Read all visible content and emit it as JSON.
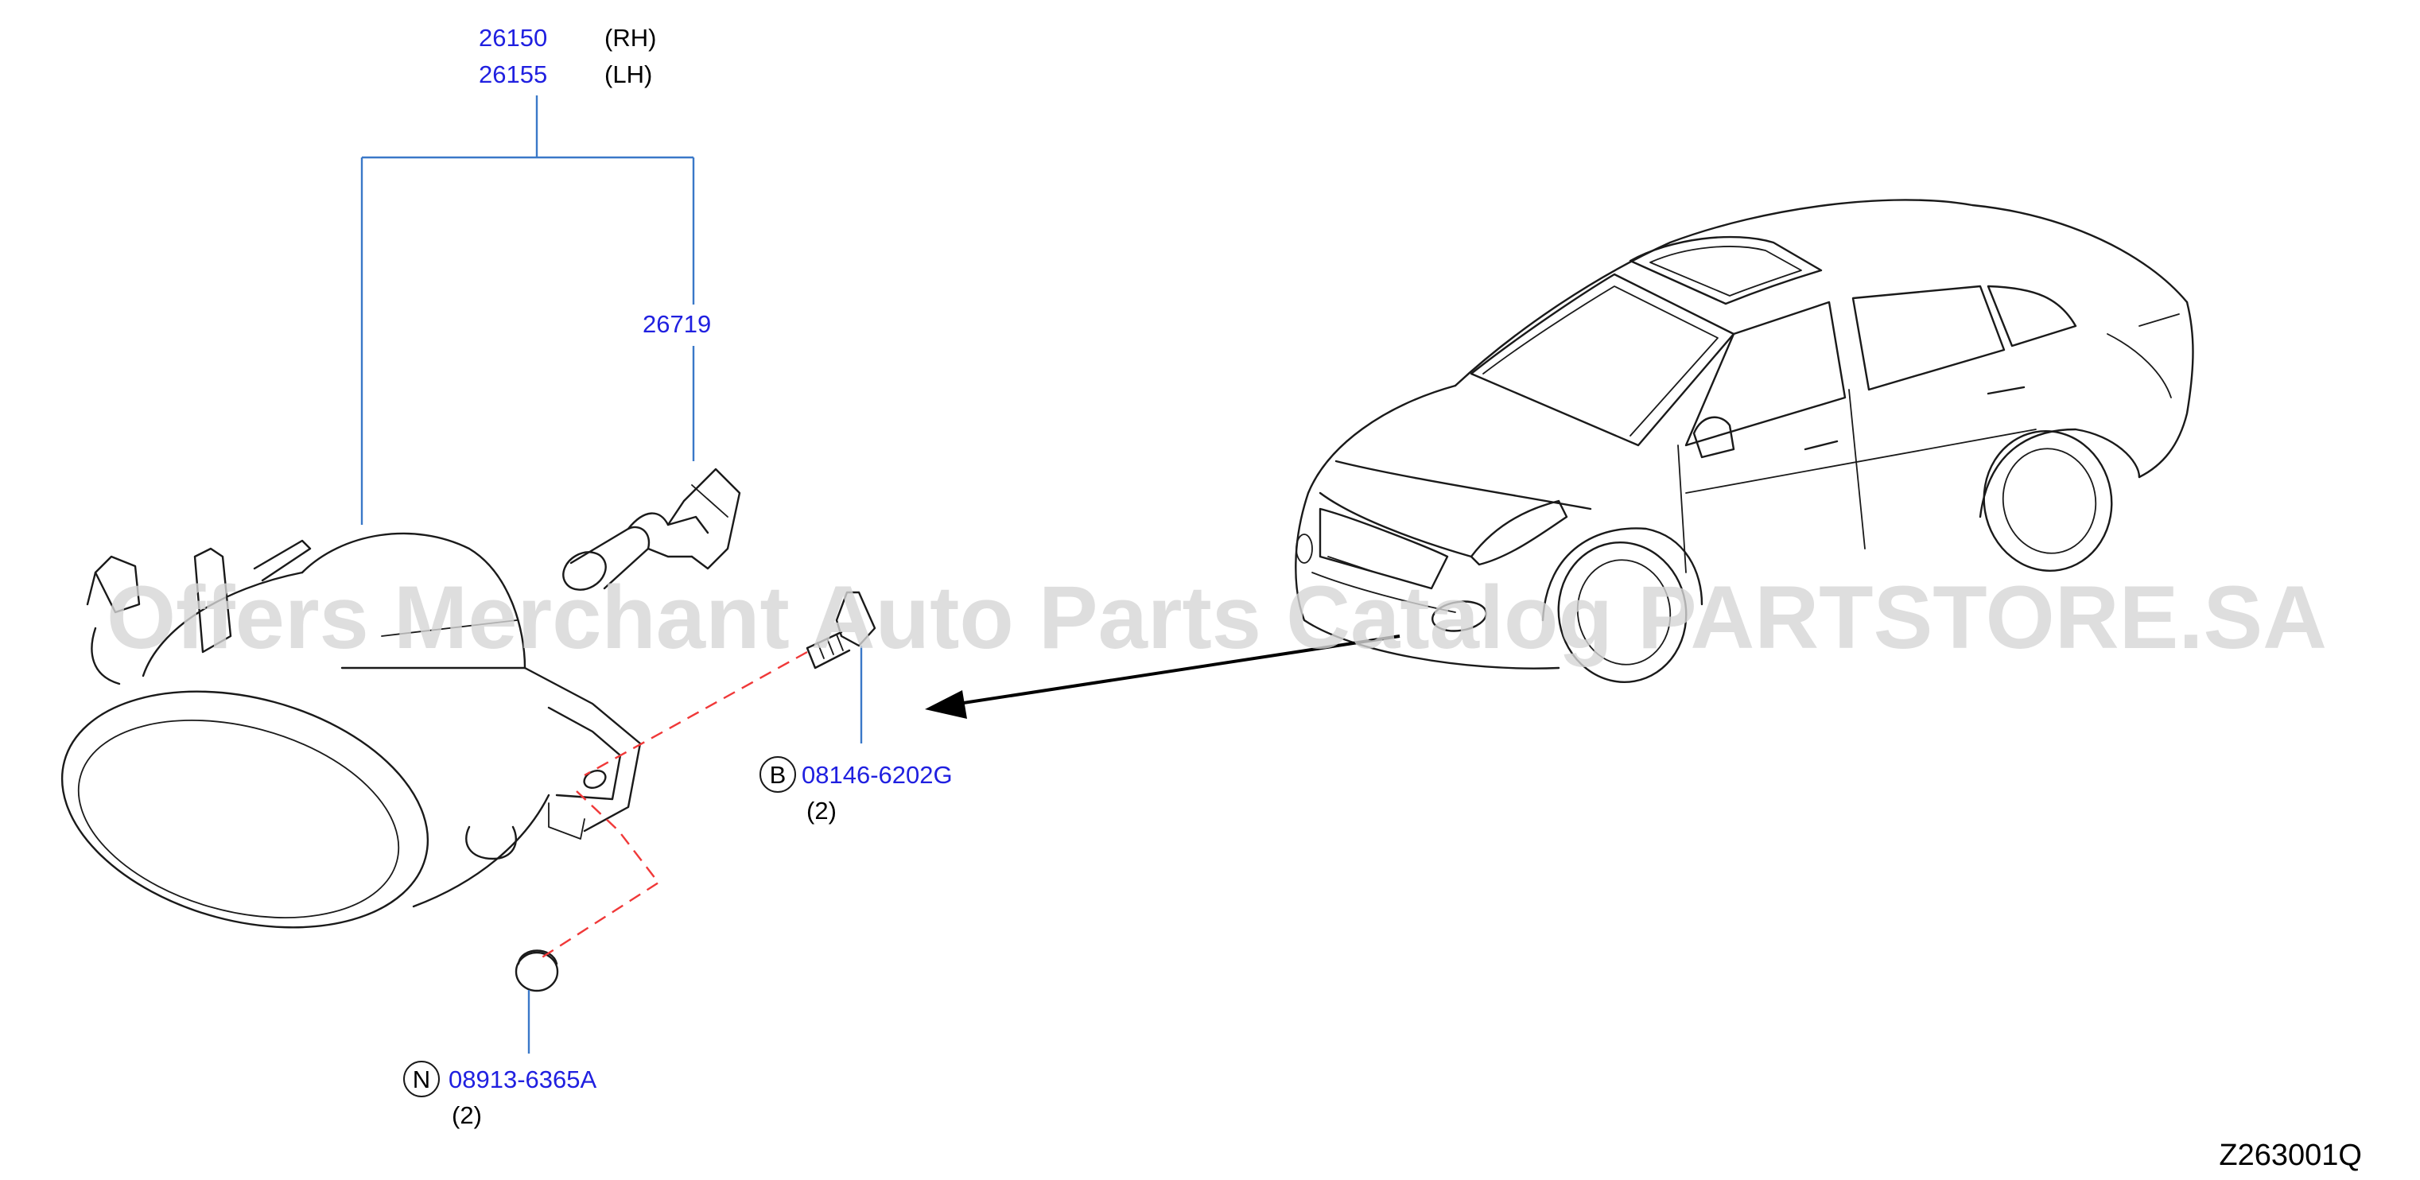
{
  "callouts": {
    "fog_lamp_rh": {
      "part_no": "26150",
      "side": "(RH)"
    },
    "fog_lamp_lh": {
      "part_no": "26155",
      "side": "(LH)"
    },
    "bulb": {
      "part_no": "26719"
    },
    "bolt": {
      "badge": "B",
      "part_no": "08146-6202G",
      "qty": "(2)"
    },
    "clip": {
      "badge": "N",
      "part_no": "08913-6365A",
      "qty": "(2)"
    }
  },
  "watermark": "Offers Merchant Auto Parts Catalog PARTSTORE.SA",
  "figure_ref": "Z263001Q",
  "colors": {
    "part_number_text": "#2020e0",
    "leader_line": "#3a78c8",
    "dashed_line": "#f03838",
    "drawing_line": "#1a1a1a",
    "watermark": "#d6d6d6"
  }
}
